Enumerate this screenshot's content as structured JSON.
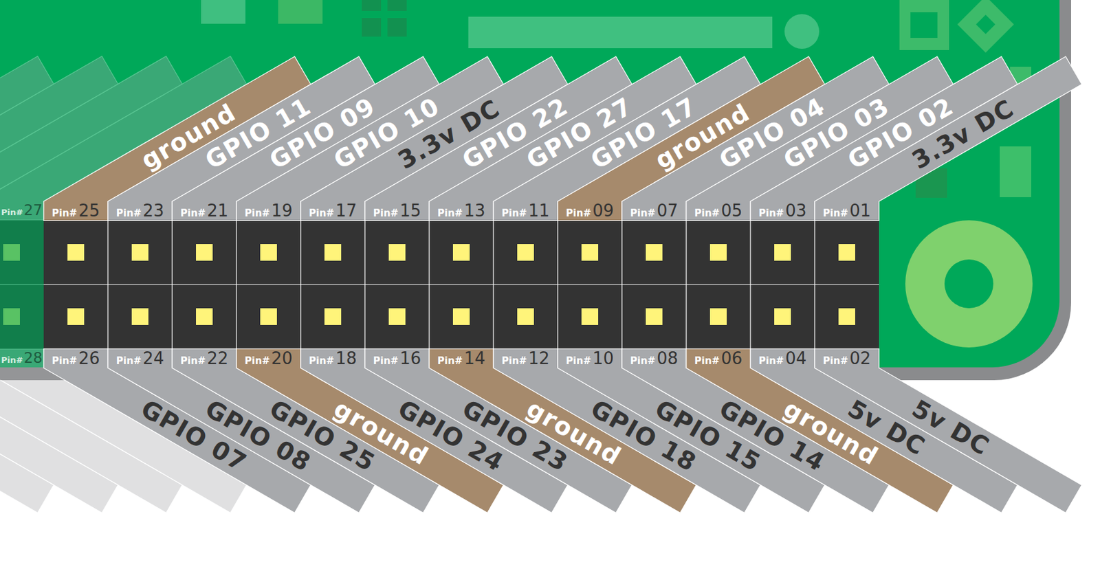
{
  "diagram": {
    "nodes": [
      {
        "text": [
          "Pin#",
          "25",
          "ground"
        ]
      },
      {
        "text": [
          "Pin#",
          "23",
          "GPIO 11"
        ]
      },
      {
        "text": [
          "Pin#",
          "21",
          "GPIO 09"
        ]
      },
      {
        "text": [
          "Pin#",
          "19",
          "GPIO 10"
        ]
      },
      {
        "text": [
          "Pin#",
          "17",
          "3.3v DC"
        ]
      },
      {
        "text": [
          "Pin#",
          "15",
          "GPIO 22"
        ]
      },
      {
        "text": [
          "Pin#",
          "13",
          "GPIO 27"
        ]
      },
      {
        "text": [
          "Pin#",
          "11",
          "GPIO 17"
        ]
      },
      {
        "text": [
          "Pin#",
          "09",
          "ground"
        ]
      },
      {
        "text": [
          "Pin#",
          "07",
          "GPIO 04"
        ]
      },
      {
        "text": [
          "Pin#",
          "05",
          "GPIO 03"
        ]
      },
      {
        "text": [
          "Pin#",
          "03",
          "GPIO 02"
        ]
      },
      {
        "text": [
          "Pin#",
          "01",
          "3.3v DC"
        ]
      },
      {
        "text": [
          "Pin#",
          "26",
          "GPIO 07"
        ]
      },
      {
        "text": [
          "Pin#",
          "24",
          "GPIO 08"
        ]
      },
      {
        "text": [
          "Pin#",
          "22",
          "GPIO 25"
        ]
      },
      {
        "text": [
          "Pin#",
          "20",
          "ground"
        ]
      },
      {
        "text": [
          "Pin#",
          "18",
          "GPIO 24"
        ]
      },
      {
        "text": [
          "Pin#",
          "16",
          "GPIO 23"
        ]
      },
      {
        "text": [
          "Pin#",
          "14",
          "ground"
        ]
      },
      {
        "text": [
          "Pin#",
          "12",
          "GPIO 18"
        ]
      },
      {
        "text": [
          "Pin#",
          "10",
          "GPIO 15"
        ]
      },
      {
        "text": [
          "Pin#",
          "08",
          "GPIO 14"
        ]
      },
      {
        "text": [
          "Pin#",
          "06",
          "ground"
        ]
      },
      {
        "text": [
          "Pin#",
          "04",
          "5v DC"
        ]
      },
      {
        "text": [
          "Pin#",
          "02",
          "5v DC"
        ]
      }
    ],
    "labels": [
      "Pin#",
      "27",
      "Pin#",
      "28"
    ]
  }
}
